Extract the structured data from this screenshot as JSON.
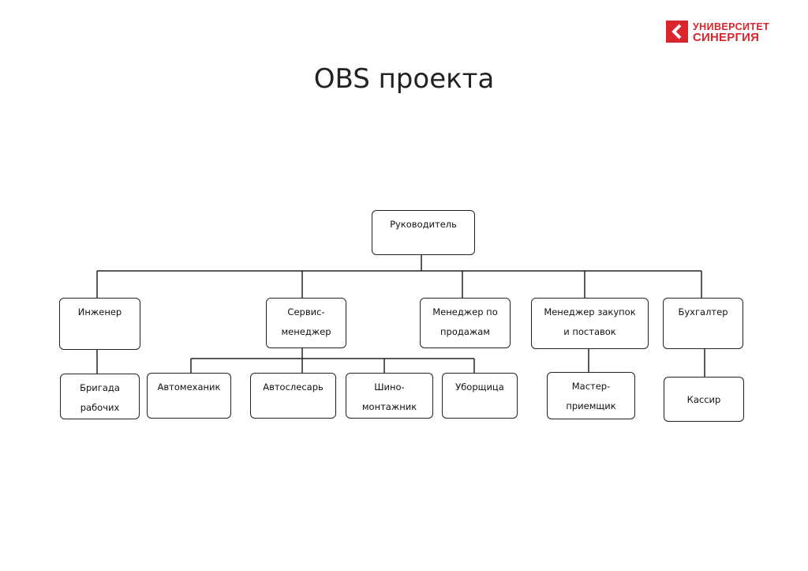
{
  "logo": {
    "line1": "УНИВЕРСИТЕТ",
    "line2": "СИНЕРГИЯ",
    "color": "#d9262c"
  },
  "title": "OBS проекта",
  "diagram": {
    "root": "Руководитель",
    "level1": [
      "Инженер",
      "Сервис-\nменеджер",
      "Менеджер по\nпродажам",
      "Менеджер закупок\nи поставок",
      "Бухгалтер"
    ],
    "level2": [
      "Бригада\nрабочих",
      "Автомеханик",
      "Автослесарь",
      "Шино-\nмонтажник",
      "Уборщица",
      "Мастер-\nприемщик",
      "Кассир"
    ]
  }
}
